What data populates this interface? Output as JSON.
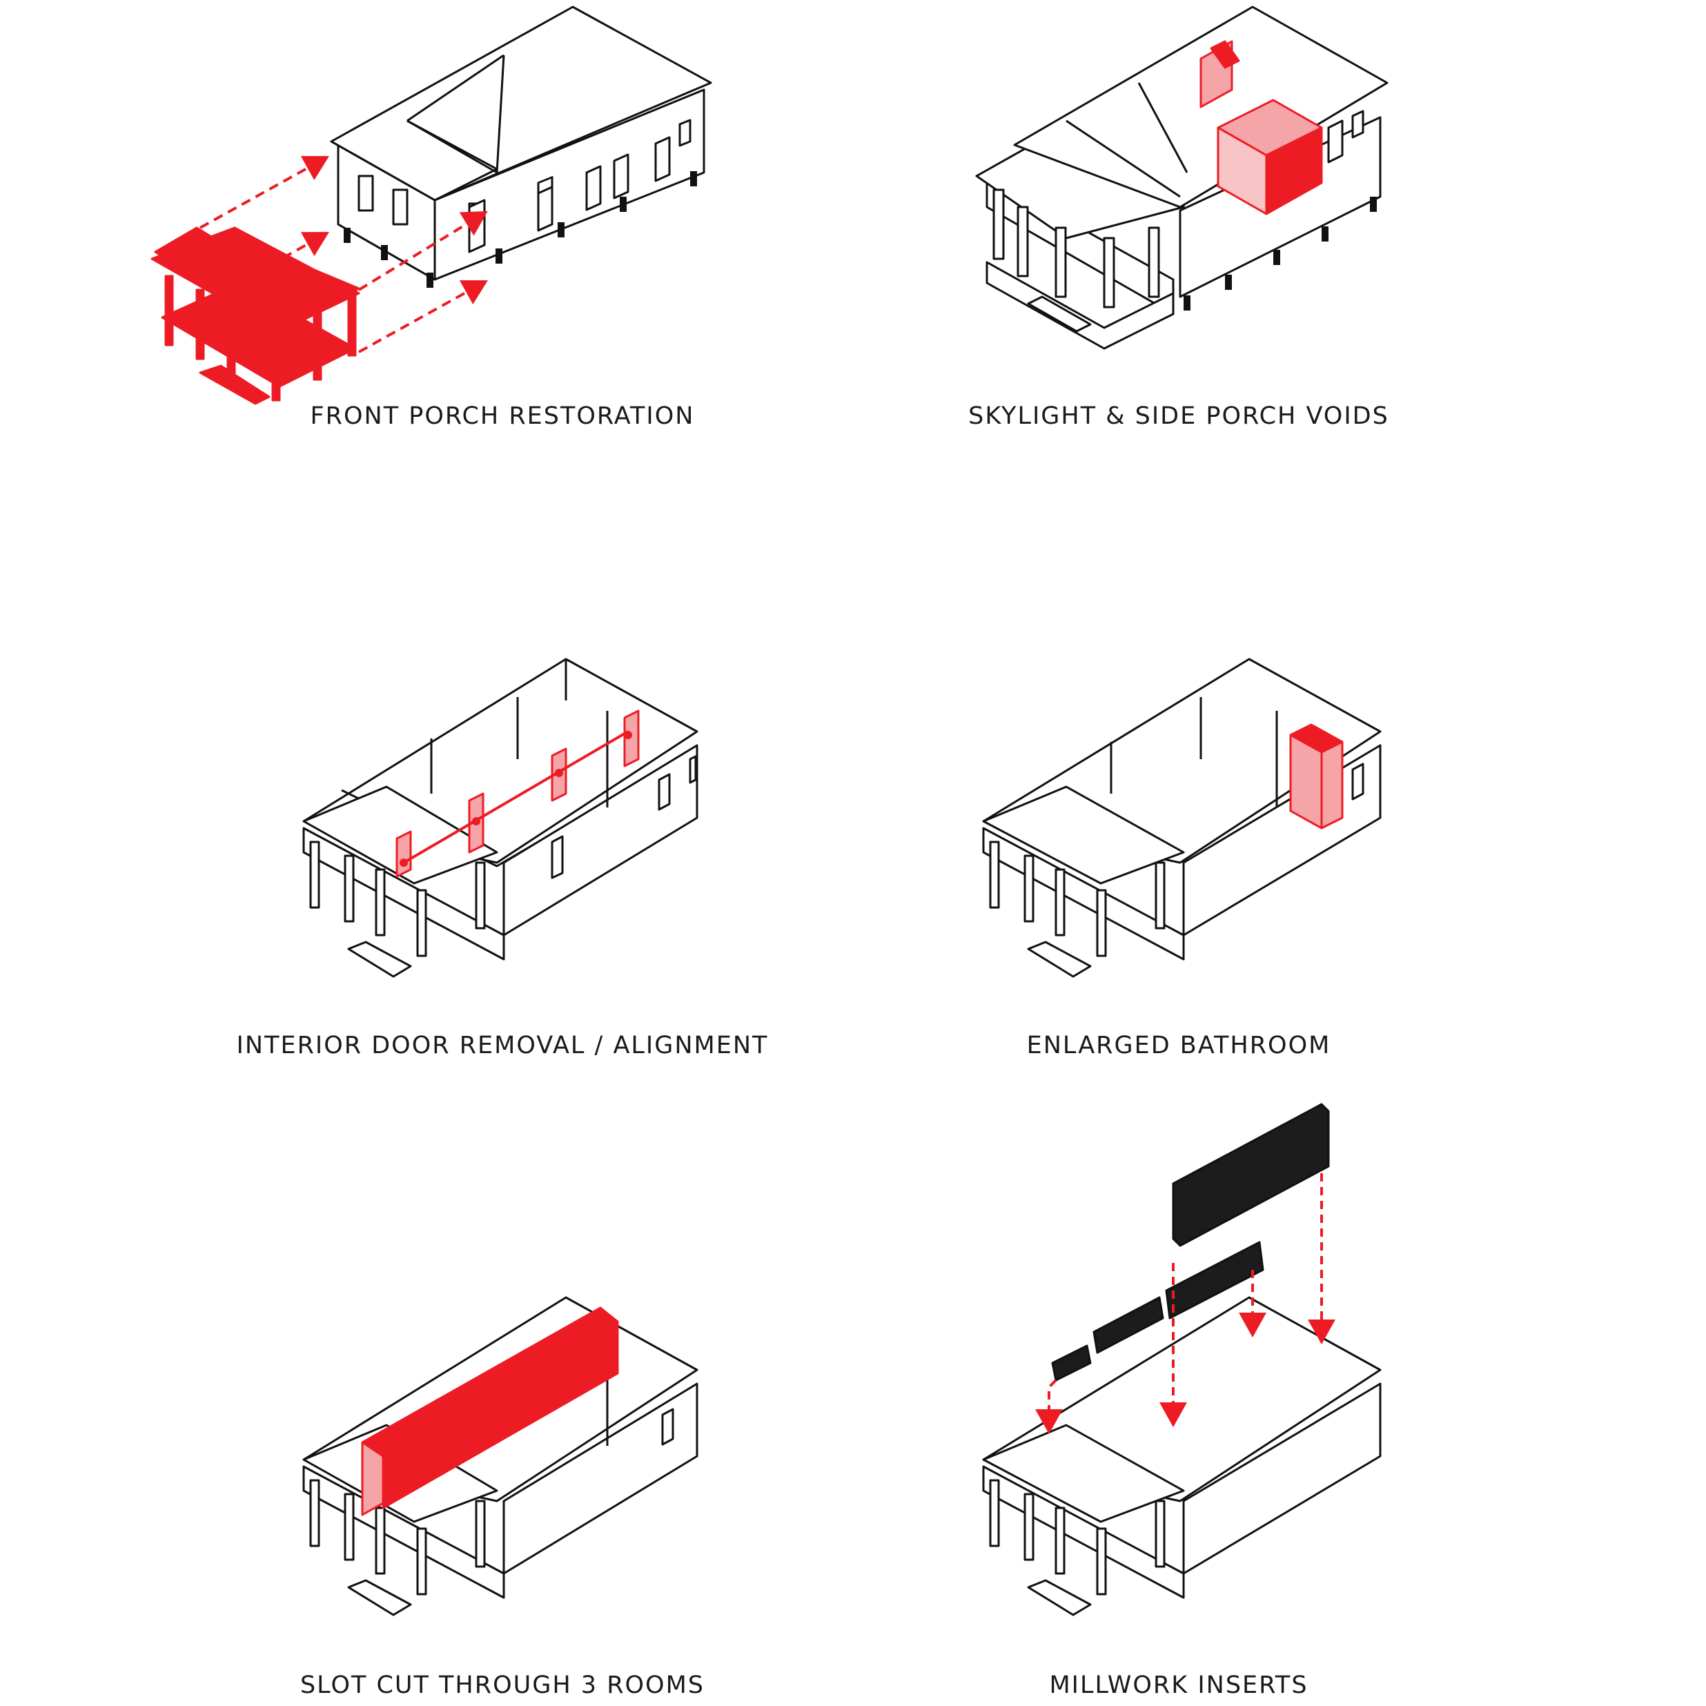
{
  "colors": {
    "accent_red": "#ed1c24",
    "accent_red_light": "#f5a5a8",
    "line": "#111111",
    "millwork": "#1c1c1c",
    "background": "#ffffff"
  },
  "panels": [
    {
      "id": "front-porch",
      "caption": "FRONT PORCH RESTORATION"
    },
    {
      "id": "skylight",
      "caption": "SKYLIGHT & SIDE PORCH VOIDS"
    },
    {
      "id": "interior-door",
      "caption": "INTERIOR DOOR REMOVAL / ALIGNMENT"
    },
    {
      "id": "bathroom",
      "caption": "ENLARGED BATHROOM"
    },
    {
      "id": "slot-cut",
      "caption": "SLOT CUT THROUGH 3 ROOMS"
    },
    {
      "id": "millwork",
      "caption": "MILLWORK INSERTS"
    }
  ]
}
